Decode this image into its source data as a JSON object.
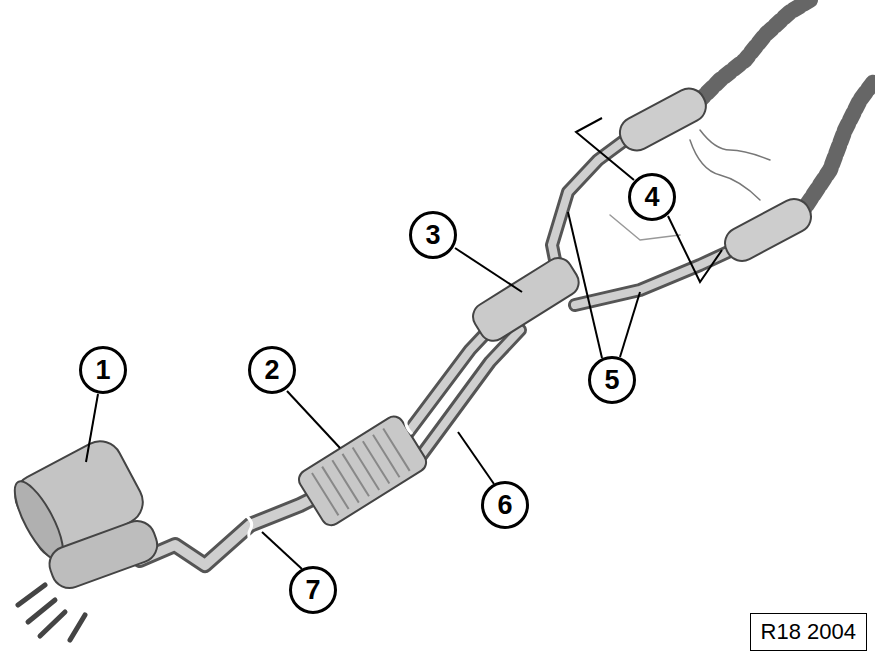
{
  "diagram": {
    "labels": [
      "1",
      "2",
      "3",
      "4",
      "5",
      "6",
      "7",
      "R18 2004"
    ]
  }
}
